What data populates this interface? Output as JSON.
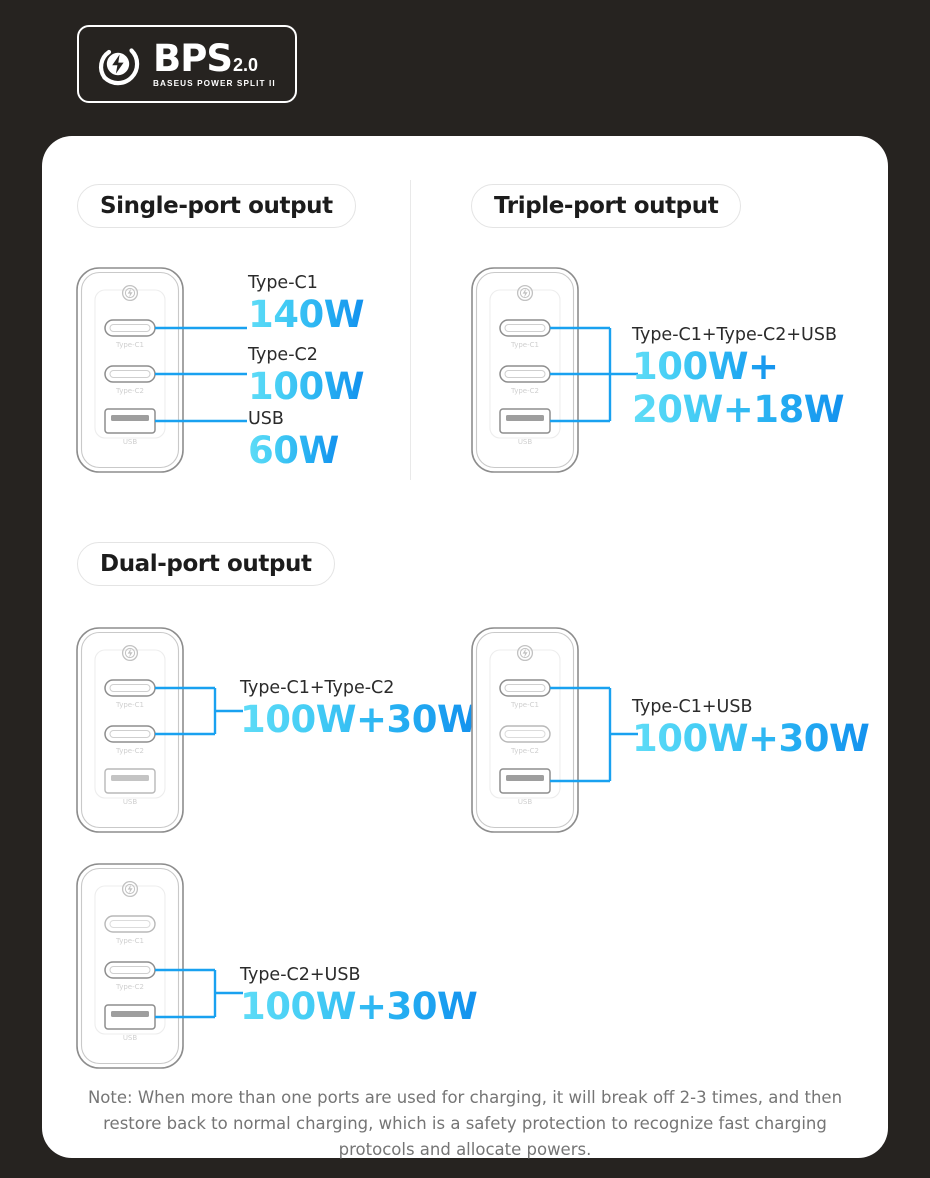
{
  "background_color": "#262320",
  "accent_gradient_from": "#5FDCF7",
  "accent_gradient_to": "#1391EE",
  "logo": {
    "mark": "bolt-in-circle-icon",
    "title": "BPS",
    "version": "2.0",
    "subtitle": "BASEUS POWER SPLIT II"
  },
  "charger": {
    "badge_icon": "bolt-in-circle-icon",
    "port_labels": {
      "c1": "Type-C1",
      "c2": "Type-C2",
      "usb": "USB"
    }
  },
  "sections": [
    {
      "id": "single-port",
      "title": "Single-port output",
      "rows": [
        {
          "label": "Type-C1",
          "watt": "140W",
          "port": "c1"
        },
        {
          "label": "Type-C2",
          "watt": "100W",
          "port": "c2"
        },
        {
          "label": "USB",
          "watt": "60W",
          "port": "usb"
        }
      ]
    },
    {
      "id": "triple-port",
      "title": "Triple-port output",
      "rows": [
        {
          "label": "Type-C1+Type-C2+USB",
          "watt_line1": "100W+",
          "watt_line2": "20W+18W"
        }
      ]
    },
    {
      "id": "dual-port",
      "title": "Dual-port output",
      "rows": [
        {
          "label": "Type-C1+Type-C2",
          "watt": "100W+30W"
        },
        {
          "label": "Type-C1+USB",
          "watt": "100W+30W"
        },
        {
          "label": "Type-C2+USB",
          "watt": "100W+30W"
        }
      ]
    }
  ],
  "note": "Note: When more than one ports are used for charging, it will break off 2-3 times, and then restore back to normal charging, which is a safety protection to recognize fast charging protocols and allocate powers."
}
